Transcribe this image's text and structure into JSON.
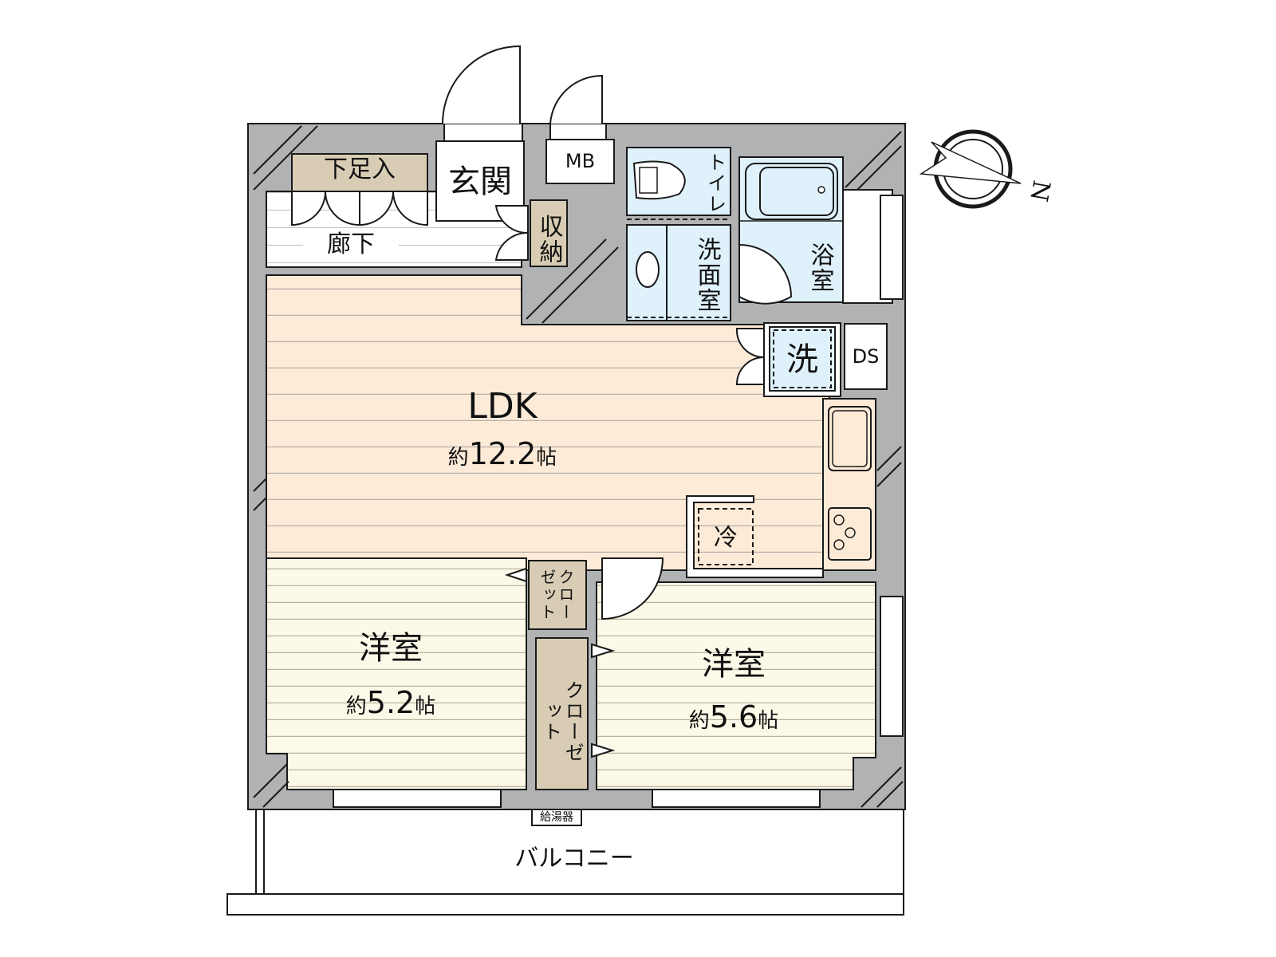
{
  "plan": {
    "colors": {
      "wall": "#b1b2b4",
      "ldk_floor": "#fdebd8",
      "bedroom_floor": "#fdf9e8",
      "wet_area": "#dff1fb",
      "storage": "#d8cdb4",
      "outline": "#1a1a1a"
    },
    "rooms": {
      "ldk": {
        "name": "LDK",
        "prefix": "約",
        "size": "12.2",
        "unit": "帖"
      },
      "bedroom_left": {
        "name": "洋室",
        "prefix": "約",
        "size": "5.2",
        "unit": "帖"
      },
      "bedroom_right": {
        "name": "洋室",
        "prefix": "約",
        "size": "5.6",
        "unit": "帖"
      },
      "entrance": "玄関",
      "shoe_box": "下足入",
      "hallway": "廊下",
      "storage": "収納",
      "meter_box": "MB",
      "toilet": "トイレ",
      "washroom": "洗面室",
      "bathroom": "浴室",
      "washer": "洗",
      "duct_space": "DS",
      "fridge": "冷",
      "closet_small": "クローゼット",
      "closet_large": "クローゼット",
      "water_heater": "給湯器",
      "balcony": "バルコニー"
    },
    "compass": {
      "label": "N"
    }
  }
}
